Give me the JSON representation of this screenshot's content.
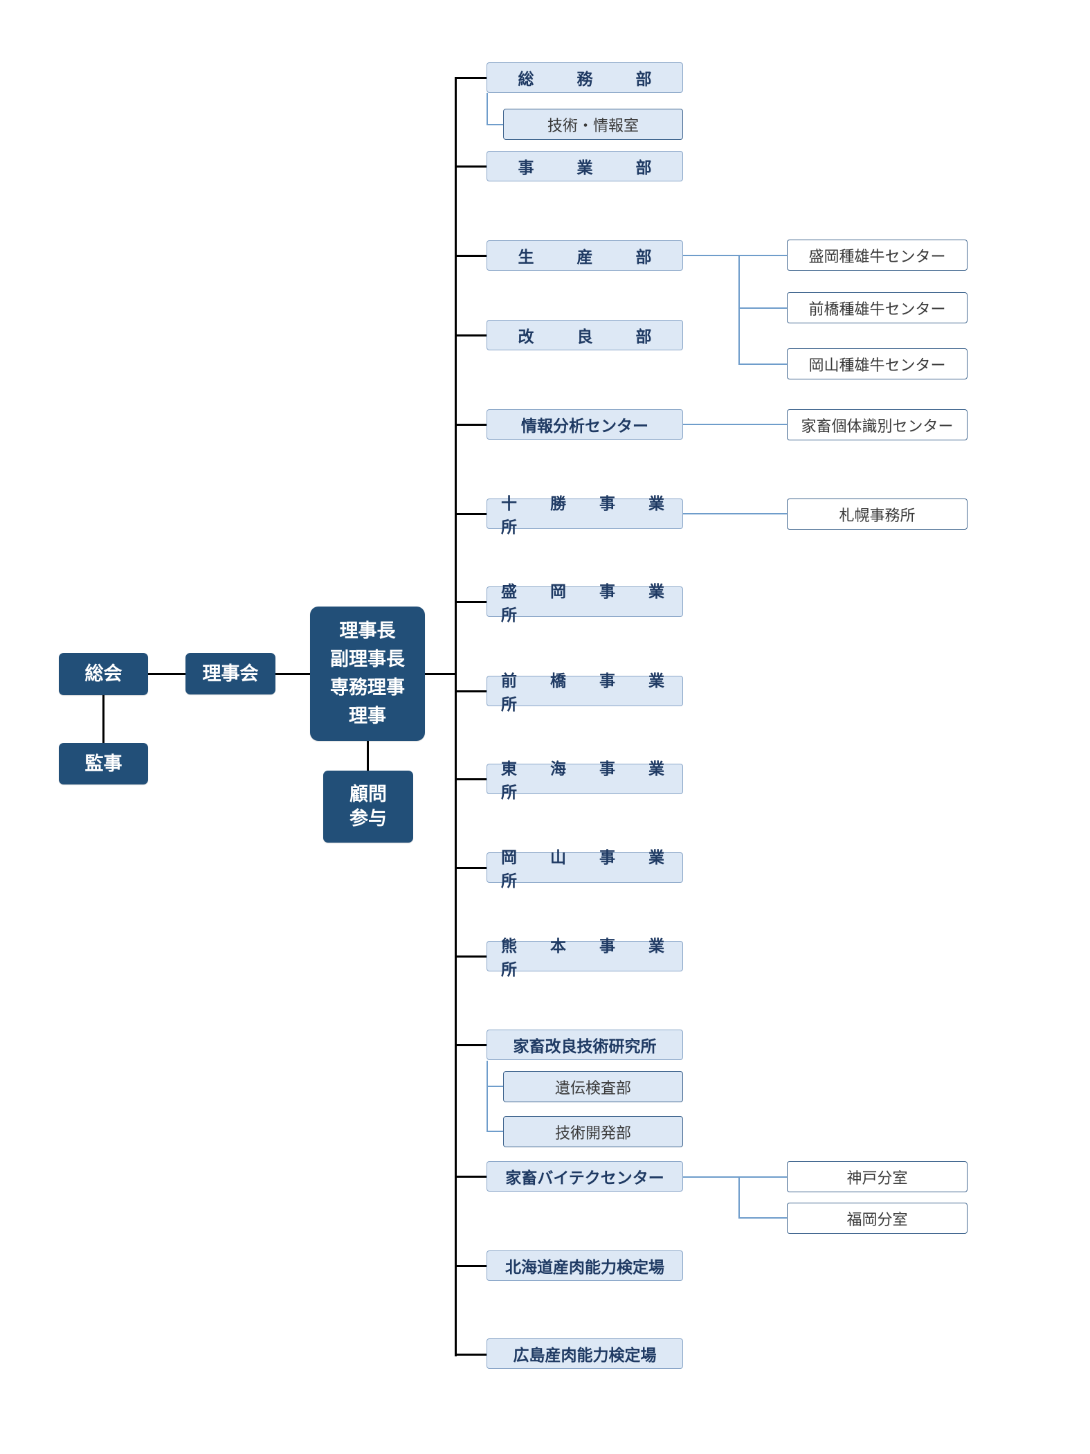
{
  "colors": {
    "navy": "#224f78",
    "dept_fill": "#dde8f5",
    "connector_blue": "#6f9dcb",
    "line": "#000000"
  },
  "governance": {
    "general_assembly": "総会",
    "auditor": "監事",
    "board": "理事会",
    "executives": [
      "理事長",
      "副理事長",
      "専務理事",
      "理事"
    ],
    "advisors": [
      "顧問",
      "参与"
    ]
  },
  "departments": {
    "somu": "総 務 部",
    "gijutsu_joho": "技術・情報室",
    "jigyo": "事 業 部",
    "seisan": "生 産 部",
    "kairyo": "改 良 部",
    "joho_bunseki": "情報分析センター",
    "tokachi": "十 勝 事 業 所",
    "morioka": "盛 岡 事 業 所",
    "maebashi": "前 橋 事 業 所",
    "tokai": "東 海 事 業 所",
    "okayama": "岡 山 事 業 所",
    "kumamoto": "熊 本 事 業 所",
    "kenkyujo": "家畜改良技術研究所",
    "iden_kensa": "遺伝検査部",
    "gijutsu_kaihatsu": "技術開発部",
    "biotech": "家畜バイテクセンター",
    "hokkaido": "北海道産肉能力検定場",
    "hiroshima": "広島産肉能力検定場"
  },
  "branches": {
    "morioka_bull": "盛岡種雄牛センター",
    "maebashi_bull": "前橋種雄牛センター",
    "okayama_bull": "岡山種雄牛センター",
    "livestock_id": "家畜個体識別センター",
    "sapporo": "札幌事務所",
    "kobe": "神戸分室",
    "fukuoka": "福岡分室"
  }
}
